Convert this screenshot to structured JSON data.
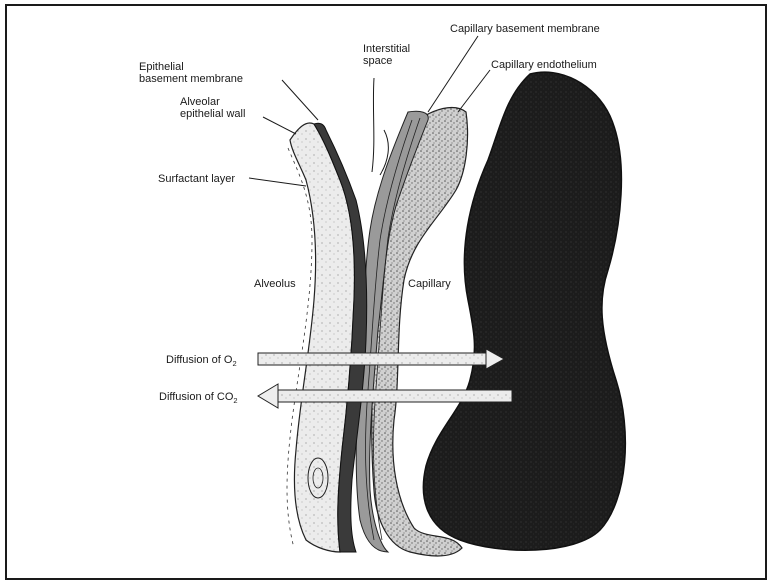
{
  "labels": {
    "capillary_basement_membrane": "Capillary basement membrane",
    "capillary_endothelium": "Capillary endothelium",
    "interstitial_space_line1": "Interstitial",
    "interstitial_space_line2": "space",
    "epithelial_bm_line1": "Epithelial",
    "epithelial_bm_line2": "basement membrane",
    "alveolar_wall_line1": "Alveolar",
    "alveolar_wall_line2": "epithelial wall",
    "surfactant_layer": "Surfactant layer",
    "alveolus": "Alveolus",
    "capillary": "Capillary",
    "diffusion_o2": "Diffusion of O",
    "diffusion_o2_sub": "2",
    "diffusion_co2": "Diffusion of CO",
    "diffusion_co2_sub": "2"
  },
  "colors": {
    "ink": "#1a1a1a",
    "blood": "#1e1e1e",
    "tissue": "#bdbdbd",
    "paper": "#ffffff"
  }
}
